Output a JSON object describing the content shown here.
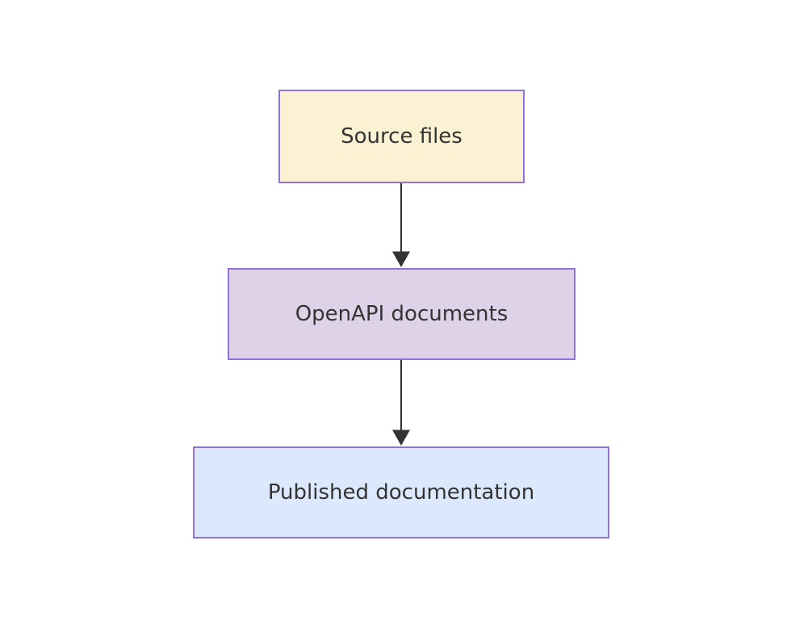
{
  "diagram": {
    "type": "flowchart",
    "direction": "top-down",
    "nodes": [
      {
        "id": "source-files",
        "label": "Source files",
        "fill": "#faf2d2"
      },
      {
        "id": "openapi-documents",
        "label": "OpenAPI documents",
        "fill": "#ded2e8"
      },
      {
        "id": "published-documentation",
        "label": "Published documentation",
        "fill": "#dce8fb"
      }
    ],
    "edges": [
      {
        "from": "source-files",
        "to": "openapi-documents",
        "arrow": "down"
      },
      {
        "from": "openapi-documents",
        "to": "published-documentation",
        "arrow": "down"
      }
    ]
  },
  "colors": {
    "canvas-bg": "#ffffff",
    "node-border": "#9370db",
    "node-text": "#333333",
    "edge-color": "#333333",
    "fill-yellow": "#faf2d2",
    "fill-purple": "#ded2e8",
    "fill-blue": "#dce8fb"
  }
}
